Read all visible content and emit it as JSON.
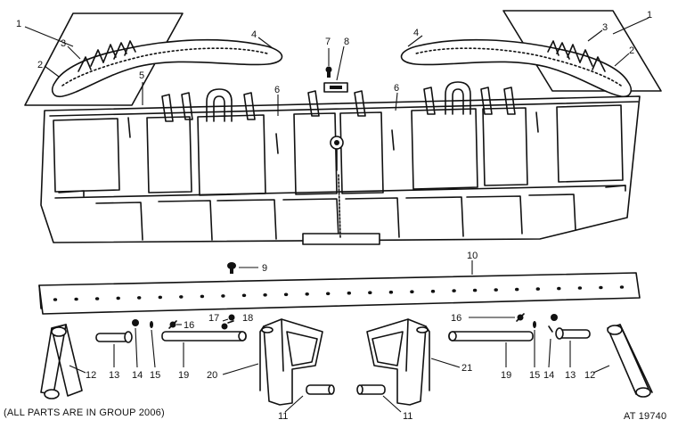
{
  "figure": {
    "note": "(ALL PARTS ARE IN GROUP 2006)",
    "figure_id": "AT 19740"
  },
  "callouts": {
    "c1": "1",
    "c2": "2",
    "c3": "3",
    "c4": "4",
    "c5": "5",
    "c6": "6",
    "c7": "7",
    "c8": "8",
    "c9": "9",
    "c10": "10",
    "c11": "11",
    "c12": "12",
    "c13": "13",
    "c14": "14",
    "c15": "15",
    "c16": "16",
    "c17": "17",
    "c18": "18",
    "c19": "19",
    "c20": "20",
    "c21": "21"
  }
}
